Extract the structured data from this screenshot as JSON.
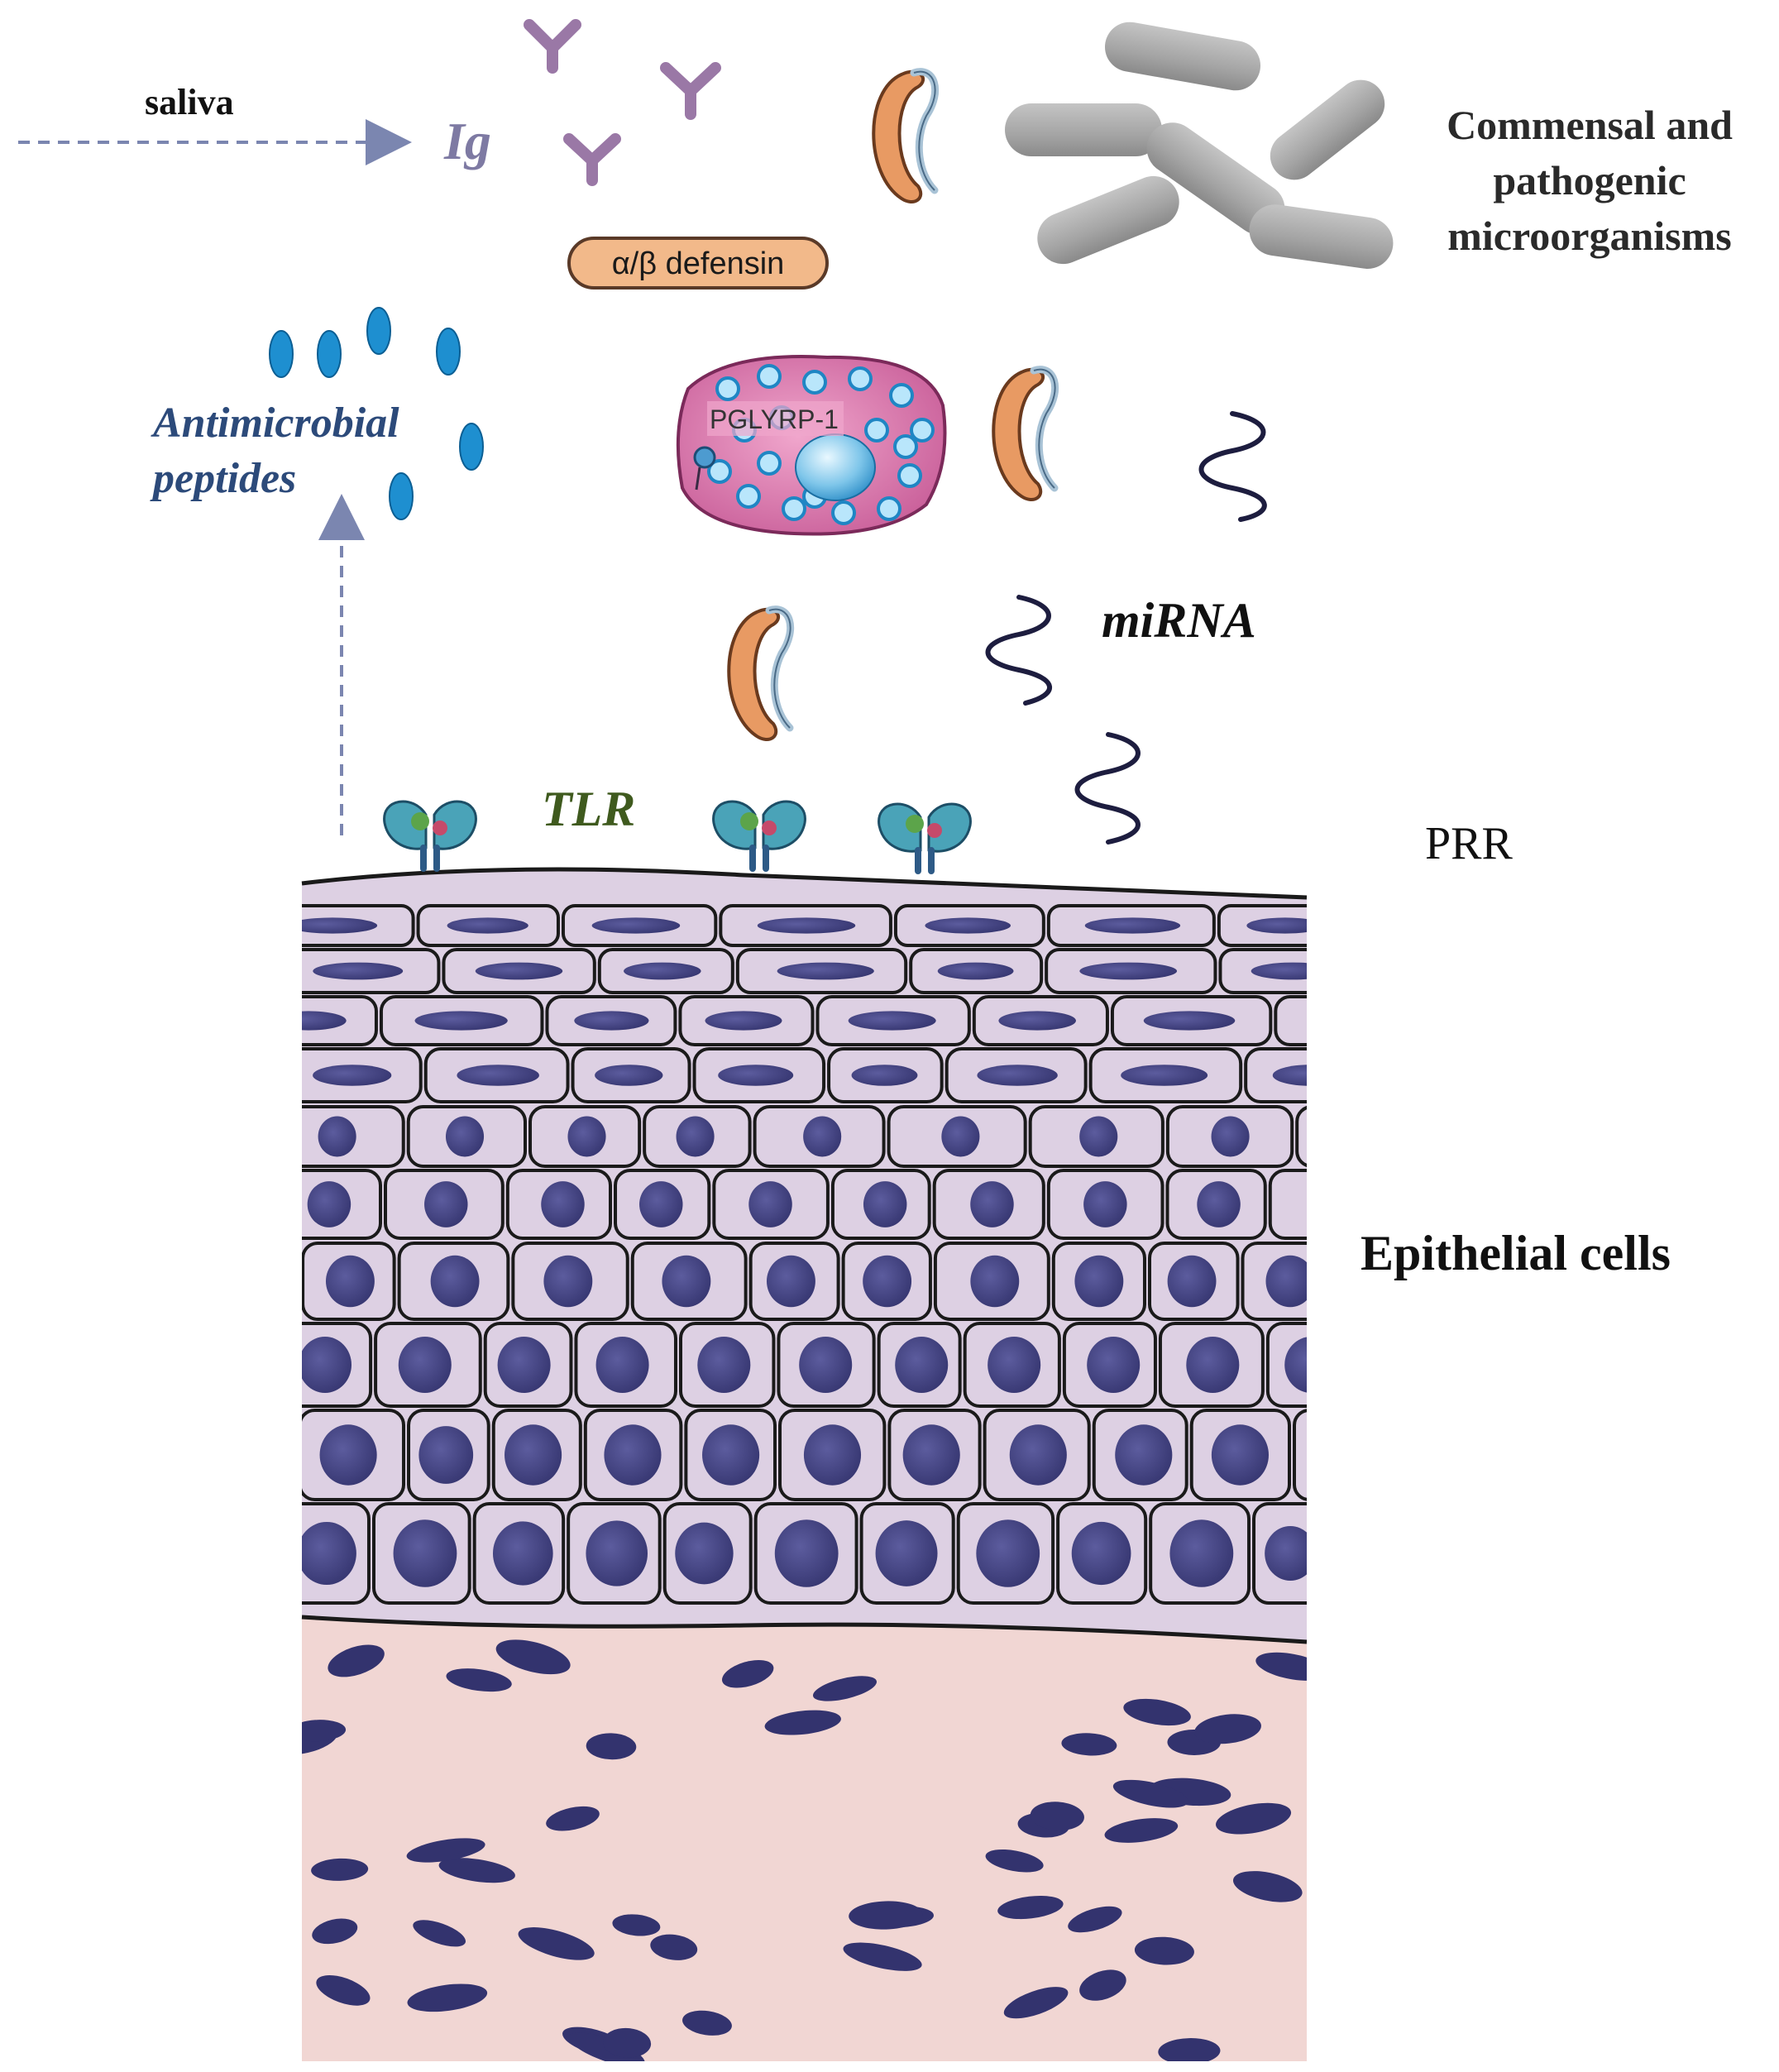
{
  "labels": {
    "saliva": "saliva",
    "ig": "Ig",
    "defensin": "α/β defensin",
    "commensal_line1": "Commensal and",
    "commensal_line2": "pathogenic",
    "commensal_line3": "microorganisms",
    "amp_line1": "Antimicrobial",
    "amp_line2": "peptides",
    "pglyrp": "PGLYRP-1",
    "mirna": "miRNA",
    "tlr": "TLR",
    "prr": "PRR",
    "epithelial": "Epithelial cells"
  },
  "colors": {
    "arrow": "#7b86b0",
    "ig_text": "#7e7aa3",
    "antibody": "#9a78a6",
    "peptide": "#1e8fd0",
    "amp_text": "#2c4a7a",
    "defensin_fill": "#f2b98a",
    "bacterium_orange": "#e89a63",
    "bacterium_blue": "#a9c3d6",
    "rod": "#a9a9a9",
    "mirna": "#1d1d3f",
    "tlr_text": "#3f5a1e",
    "pglyrp_fill": "#d778a8",
    "cell_fill": "#ddd0e3",
    "nucleus": "#4a4a8c",
    "stroma": "#f1d6d3"
  }
}
